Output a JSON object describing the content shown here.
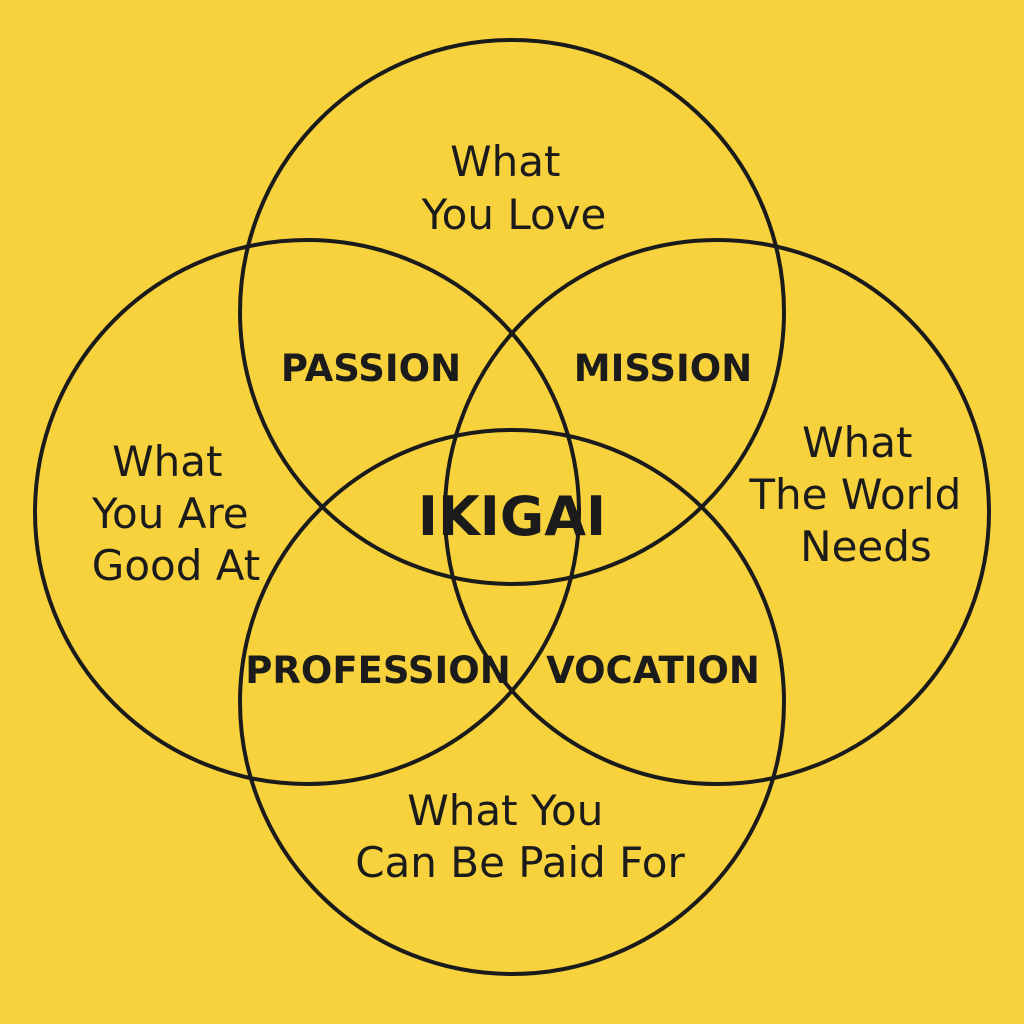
{
  "background_color": "#f8d23c",
  "line_color": "#1b1b1b",
  "circles": {
    "top": {
      "line1": "What",
      "line2": "You Love"
    },
    "left": {
      "line1": "What",
      "line2": "You Are",
      "line3": "Good At"
    },
    "right": {
      "line1": "What",
      "line2": "The World",
      "line3": "Needs"
    },
    "bottom": {
      "line1": "What You",
      "line2": "Can Be Paid For"
    }
  },
  "overlaps": {
    "passion": "PASSION",
    "mission": "MISSION",
    "profession": "PROFESSION",
    "vocation": "VOCATION"
  },
  "center": "IKIGAI"
}
